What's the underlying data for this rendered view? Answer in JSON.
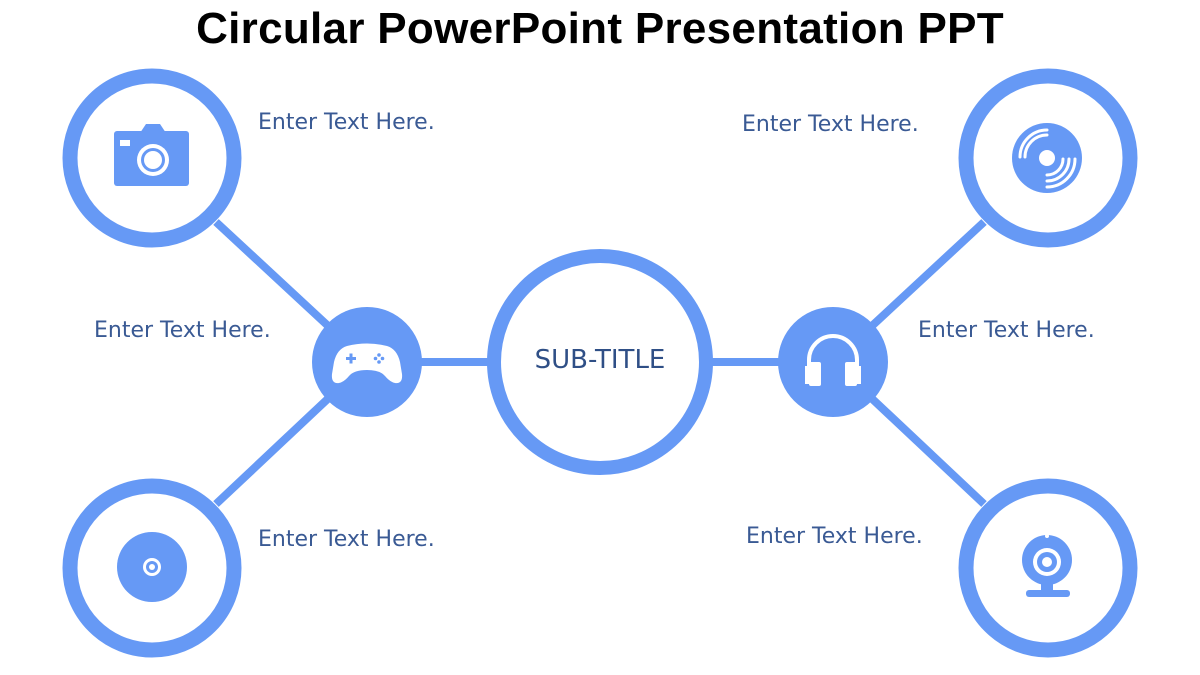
{
  "title": "Circular PowerPoint Presentation PPT",
  "colors": {
    "accent": "#6699f5",
    "text": "#3a5a94",
    "title": "#000000",
    "background": "#ffffff"
  },
  "center": {
    "label": "SUB-TITLE"
  },
  "hubs": [
    {
      "position": "left",
      "icon": "gamepad-icon",
      "label": "Enter Text Here."
    },
    {
      "position": "right",
      "icon": "headphones-icon",
      "label": "Enter Text Here."
    }
  ],
  "nodes": [
    {
      "position": "top-left",
      "icon": "camera-icon",
      "label": "Enter Text Here."
    },
    {
      "position": "top-right",
      "icon": "vinyl-disc-icon",
      "label": "Enter Text Here."
    },
    {
      "position": "bottom-left",
      "icon": "cd-disc-icon",
      "label": "Enter Text Here."
    },
    {
      "position": "bottom-right",
      "icon": "webcam-icon",
      "label": "Enter Text Here."
    }
  ]
}
